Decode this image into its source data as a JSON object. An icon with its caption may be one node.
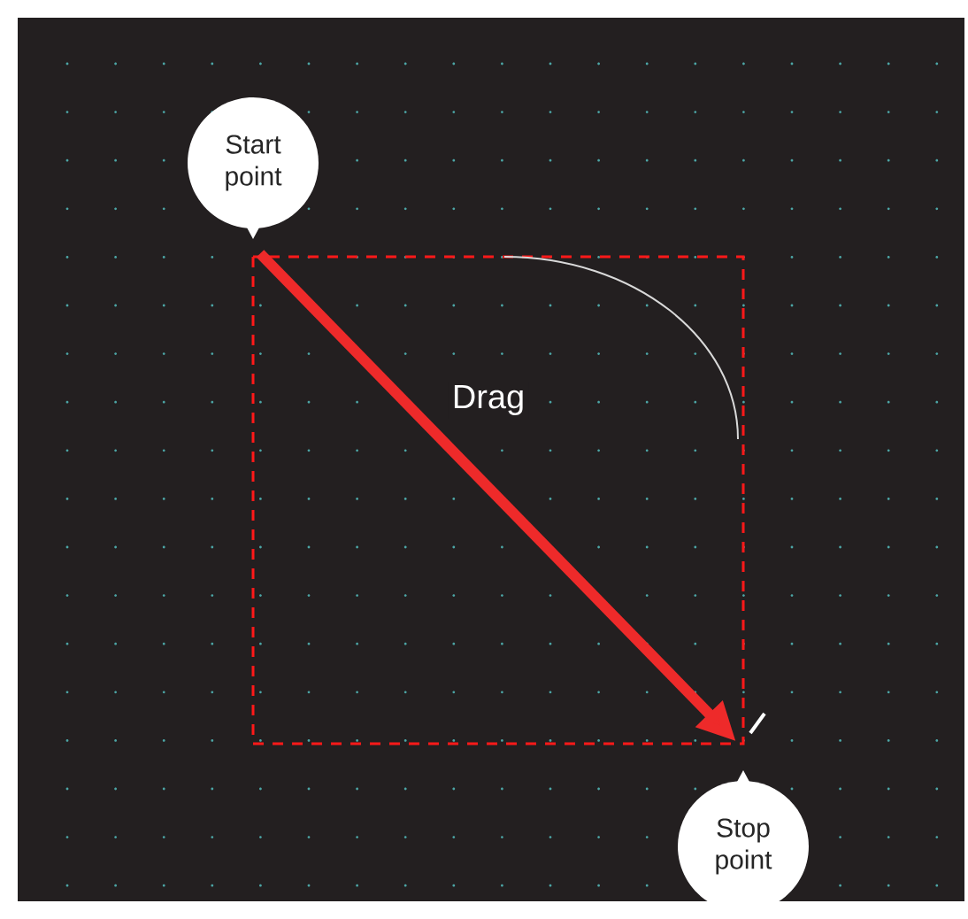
{
  "diagram": {
    "nodes": [
      {
        "text": [
          "Start point"
        ]
      },
      {
        "text": [
          "Stop point"
        ]
      }
    ],
    "edges": [
      {
        "from": 0,
        "to": 1,
        "arrow": "to",
        "label": "Drag"
      }
    ]
  }
}
